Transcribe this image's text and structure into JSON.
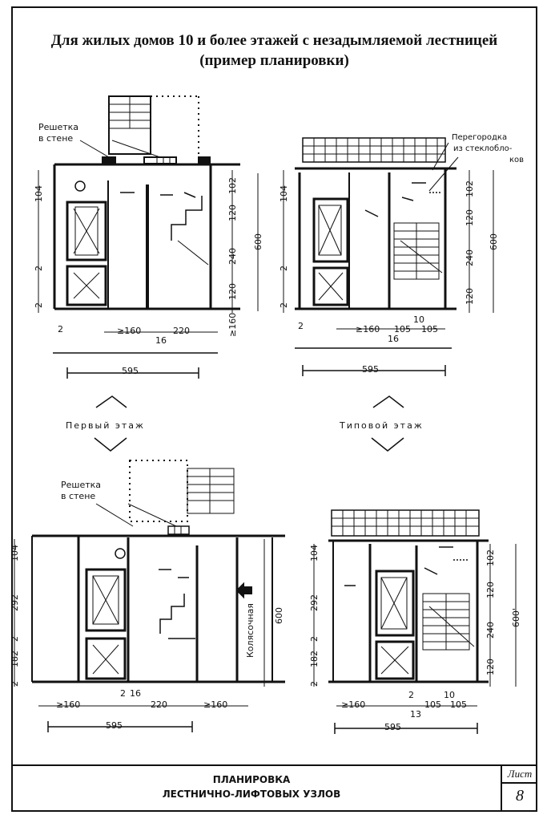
{
  "title": {
    "line1": "Для жилых домов 10 и более этажей с незадымляемой лестницей",
    "line2": "(пример планировки)"
  },
  "labels": {
    "grate_line1": "Решетка",
    "grate_line2": "в стене",
    "partition_line1": "Перегородка",
    "partition_line2": "из стеклобло-",
    "partition_line3": "ков",
    "stroller": "Колясочная",
    "first_floor": "Первый этаж",
    "typical_floor": "Типовой этаж"
  },
  "plans": {
    "top_left": {
      "dims_vertical_left": [
        "104",
        "2",
        "2"
      ],
      "dims_vertical_right": [
        "102",
        "120",
        "240",
        "120",
        "≥160"
      ],
      "dim_height": "600",
      "dims_bottom": [
        "2",
        "≥160",
        "16",
        "220"
      ],
      "dim_total": "595"
    },
    "top_right": {
      "dims_vertical_left": [
        "104",
        "2",
        "2"
      ],
      "dims_vertical_right": [
        "102",
        "120",
        "240",
        "120"
      ],
      "dim_height": "600",
      "dims_bottom": [
        "2",
        "≥160",
        "16",
        "105",
        "10",
        "105"
      ],
      "dim_total": "595"
    },
    "bottom_left": {
      "dims_vertical_left": [
        "104",
        "292",
        "2",
        "182",
        "2"
      ],
      "dim_height": "600",
      "dims_bottom": [
        "≥160",
        "2",
        "16",
        "220",
        "≥160"
      ],
      "dim_total": "595"
    },
    "bottom_right": {
      "dims_vertical_left": [
        "104",
        "292",
        "2",
        "182",
        "2"
      ],
      "dims_vertical_right": [
        "102",
        "120",
        "240",
        "120"
      ],
      "dim_height": "600'",
      "dims_bottom": [
        "≥160",
        "2",
        "13",
        "105",
        "10",
        "105"
      ],
      "dim_total": "595"
    }
  },
  "footer": {
    "title_line1": "ПЛАНИРОВКА",
    "title_line2": "ЛЕСТНИЧНО-ЛИФТОВЫХ УЗЛОВ",
    "sheet_label": "Лист",
    "sheet_number": "8"
  }
}
